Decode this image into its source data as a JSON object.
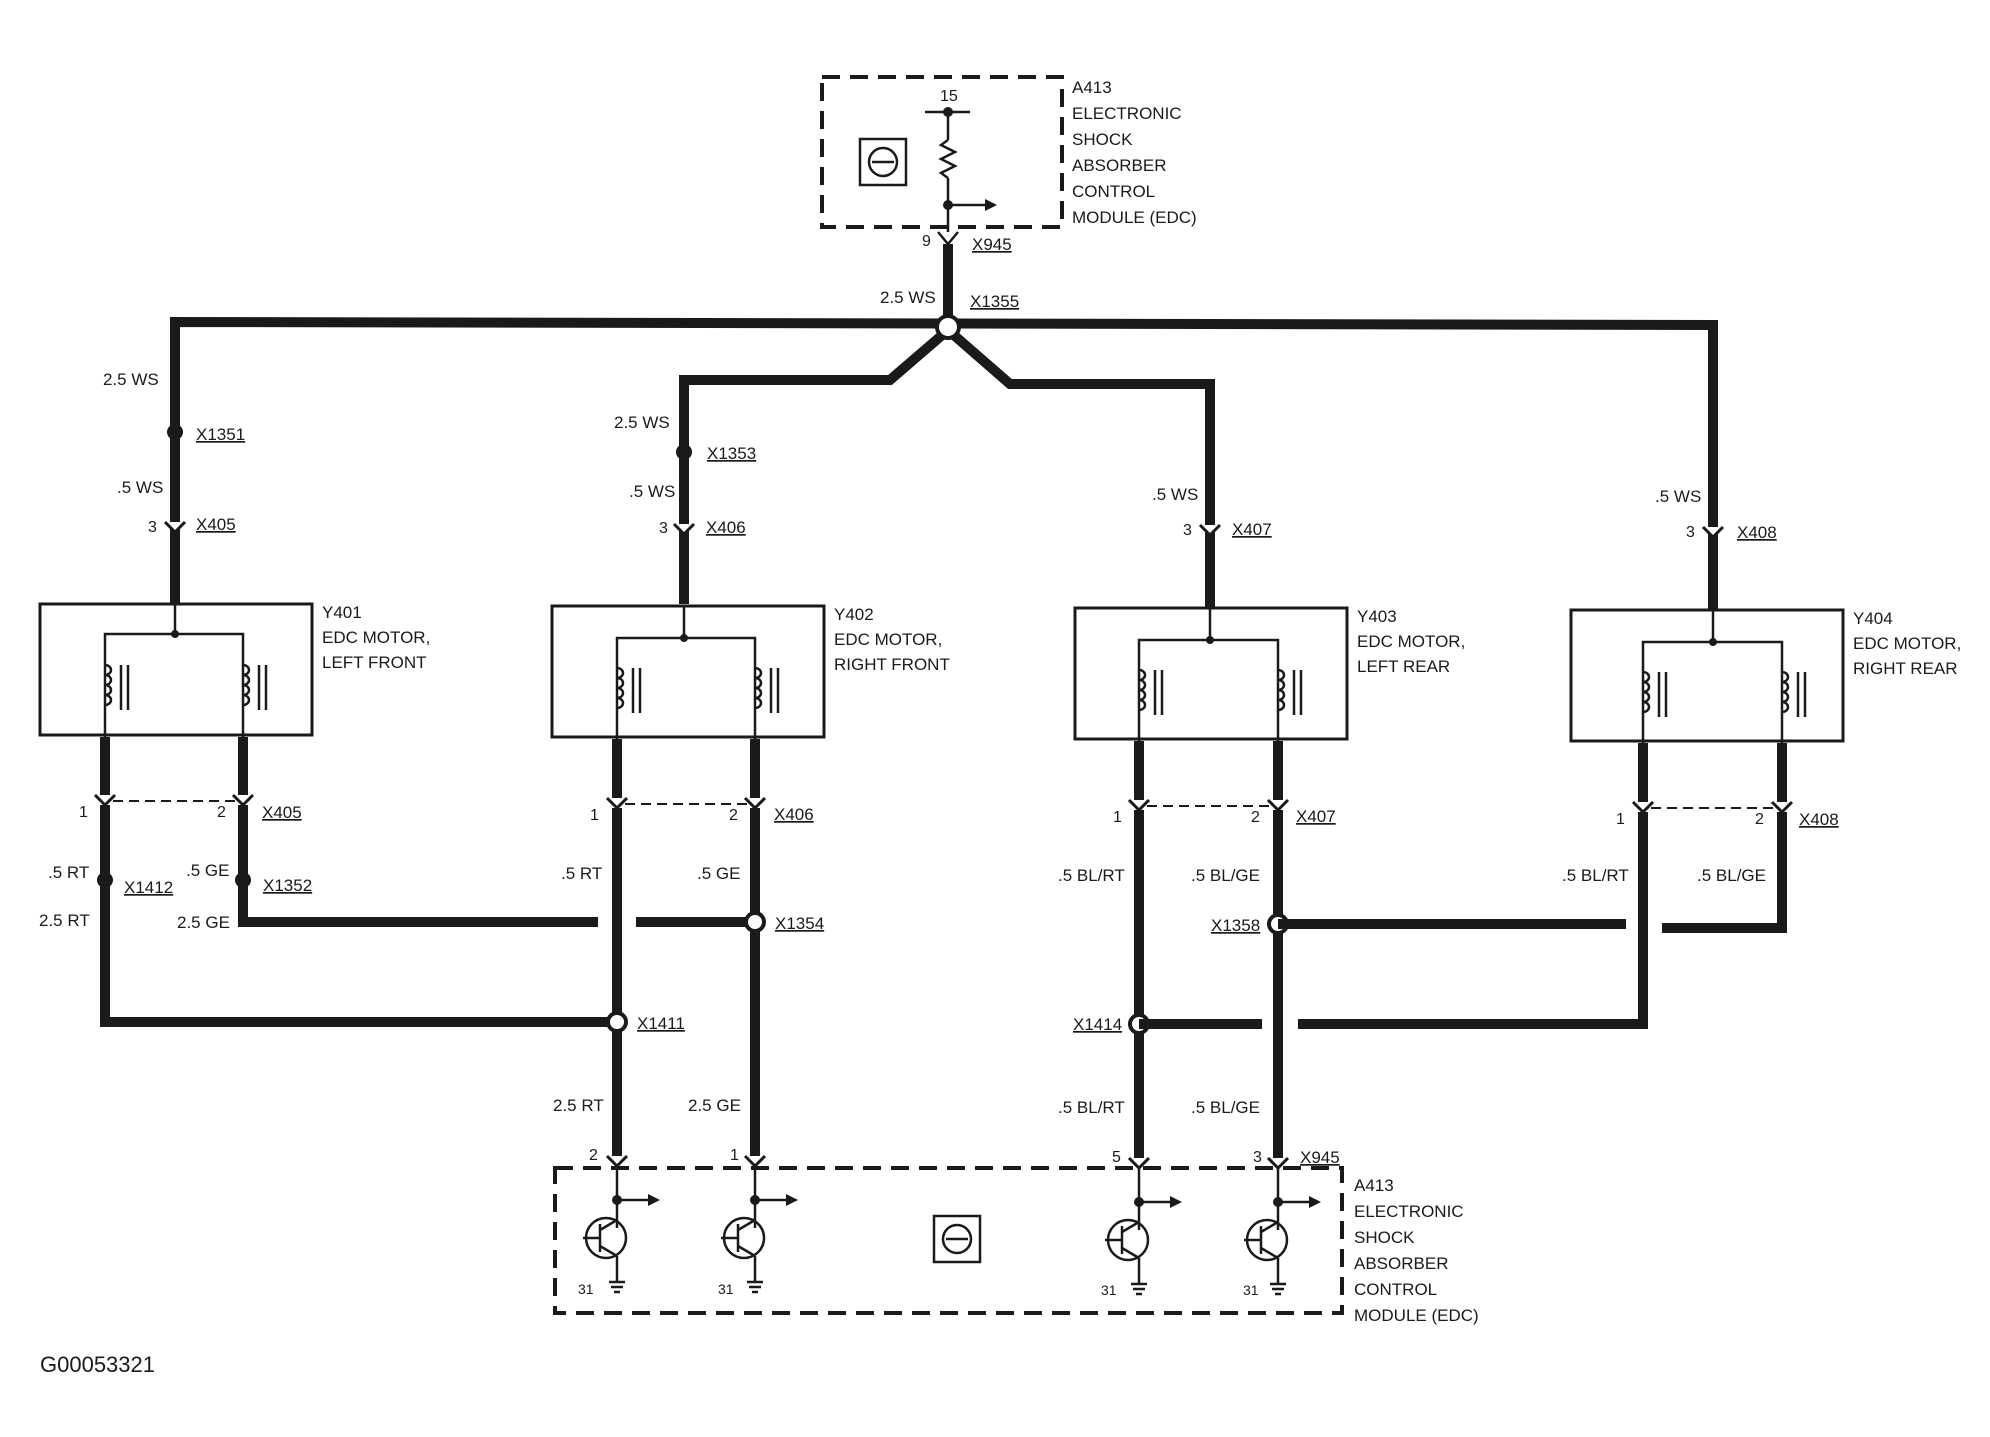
{
  "module_top": {
    "name": "A413",
    "desc": [
      "ELECTRONIC",
      "SHOCK",
      "ABSORBER",
      "CONTROL",
      "MODULE (EDC)"
    ],
    "terminal": "15",
    "pin": "9",
    "connector": "X945"
  },
  "splice_main": {
    "id": "X1355",
    "wire": "2.5 WS"
  },
  "branches": [
    {
      "splice": "X1351",
      "wire_upper": "2.5 WS",
      "wire_lower": ".5 WS",
      "pin": "3",
      "connector": "X405"
    },
    {
      "splice": "X1353",
      "wire_upper": "2.5 WS",
      "wire_lower": ".5 WS",
      "pin": "3",
      "connector": "X406"
    },
    {
      "wire_lower": ".5 WS",
      "pin": "3",
      "connector": "X407"
    },
    {
      "wire_lower": ".5 WS",
      "pin": "3",
      "connector": "X408"
    }
  ],
  "motors": [
    {
      "id": "Y401",
      "line1": "EDC MOTOR,",
      "line2": "LEFT FRONT",
      "connector": "X405",
      "pin1": "1",
      "pin2": "2"
    },
    {
      "id": "Y402",
      "line1": "EDC MOTOR,",
      "line2": "RIGHT FRONT",
      "connector": "X406",
      "pin1": "1",
      "pin2": "2"
    },
    {
      "id": "Y403",
      "line1": "EDC MOTOR,",
      "line2": "LEFT REAR",
      "connector": "X407",
      "pin1": "1",
      "pin2": "2"
    },
    {
      "id": "Y404",
      "line1": "EDC MOTOR,",
      "line2": "RIGHT REAR",
      "connector": "X408",
      "pin1": "1",
      "pin2": "2"
    }
  ],
  "lower_labels": {
    "lf_rt": ".5 RT",
    "lf_rt_splice": "X1412",
    "lf_rt_wire": "2.5 RT",
    "lf_ge": ".5 GE",
    "lf_ge_splice": "X1352",
    "lf_ge_wire": "2.5 GE",
    "rf_rt": ".5 RT",
    "rf_ge": ".5 GE",
    "rf_ge_splice": "X1354",
    "rf_rt_splice": "X1411",
    "lr_blrt": ".5 BL/RT",
    "lr_blge": ".5 BL/GE",
    "lr_ge_splice": "X1358",
    "lr_rt_splice": "X1414",
    "rr_blrt": ".5 BL/RT",
    "rr_blge": ".5 BL/GE",
    "bot_rt": "2.5 RT",
    "bot_ge": "2.5 GE",
    "bot_blrt": ".5 BL/RT",
    "bot_blge": ".5 BL/GE"
  },
  "module_bottom": {
    "name": "A413",
    "desc": [
      "ELECTRONIC",
      "SHOCK",
      "ABSORBER",
      "CONTROL",
      "MODULE (EDC)"
    ],
    "pins": [
      "2",
      "1",
      "5",
      "3"
    ],
    "connector": "X945",
    "ground": "31"
  },
  "figure_id": "G00053321"
}
